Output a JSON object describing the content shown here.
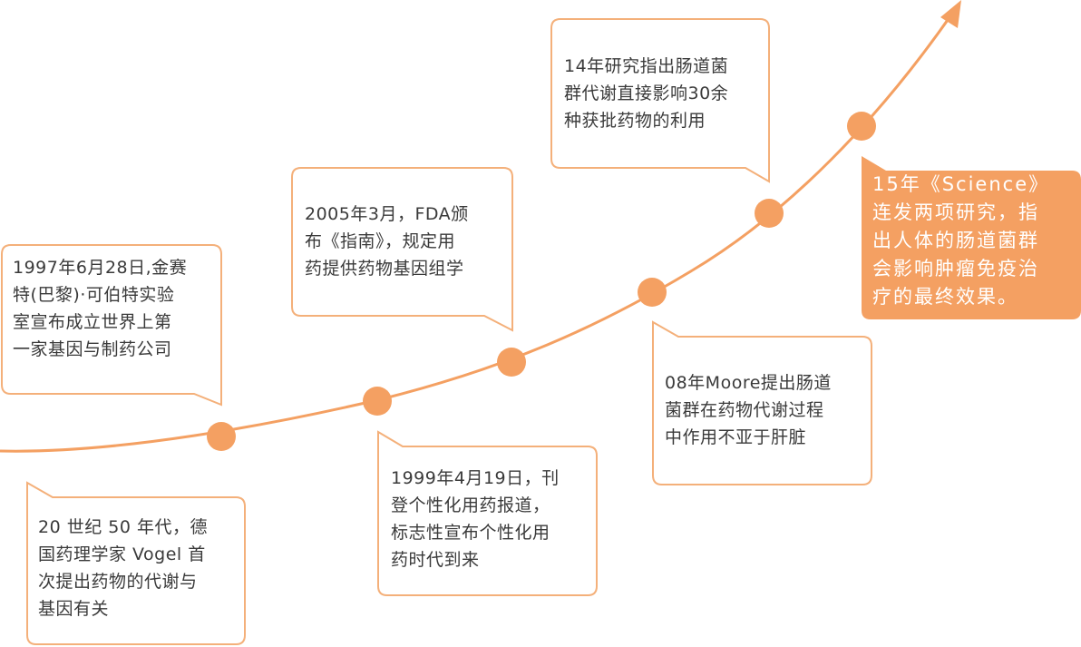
{
  "colors": {
    "accent": "#f4a062",
    "border": "#f4b07a",
    "text": "#3a3a3a",
    "final_text": "#ffffff"
  },
  "timeline": {
    "events": [
      {
        "id": "1950s",
        "text": "20 世纪 50 年代，德\n国药理学家 Vogel 首\n次提出药物的代谢与\n基因有关"
      },
      {
        "id": "1997",
        "text": "1997年6月28日,金赛\n特(巴黎)·可伯特实验\n室宣布成立世界上第\n一家基因与制药公司"
      },
      {
        "id": "1999",
        "text": "1999年4月19日，刊\n登个性化用药报道，\n标志性宣布个性化用\n药时代到来"
      },
      {
        "id": "2005",
        "text": "2005年3月，FDA颁\n布《指南》，规定用\n药提供药物基因组学"
      },
      {
        "id": "2008",
        "text": "08年Moore提出肠道\n菌群在药物代谢过程\n中作用不亚于肝脏"
      },
      {
        "id": "2014",
        "text": "14年研究指出肠道菌\n群代谢直接影响30余\n种获批药物的利用"
      },
      {
        "id": "2015",
        "text": "15年《Science》\n连发两项研究，指\n出人体的肠道菌群\n会影响肿瘤免疫治\n疗的最终效果。"
      }
    ]
  }
}
